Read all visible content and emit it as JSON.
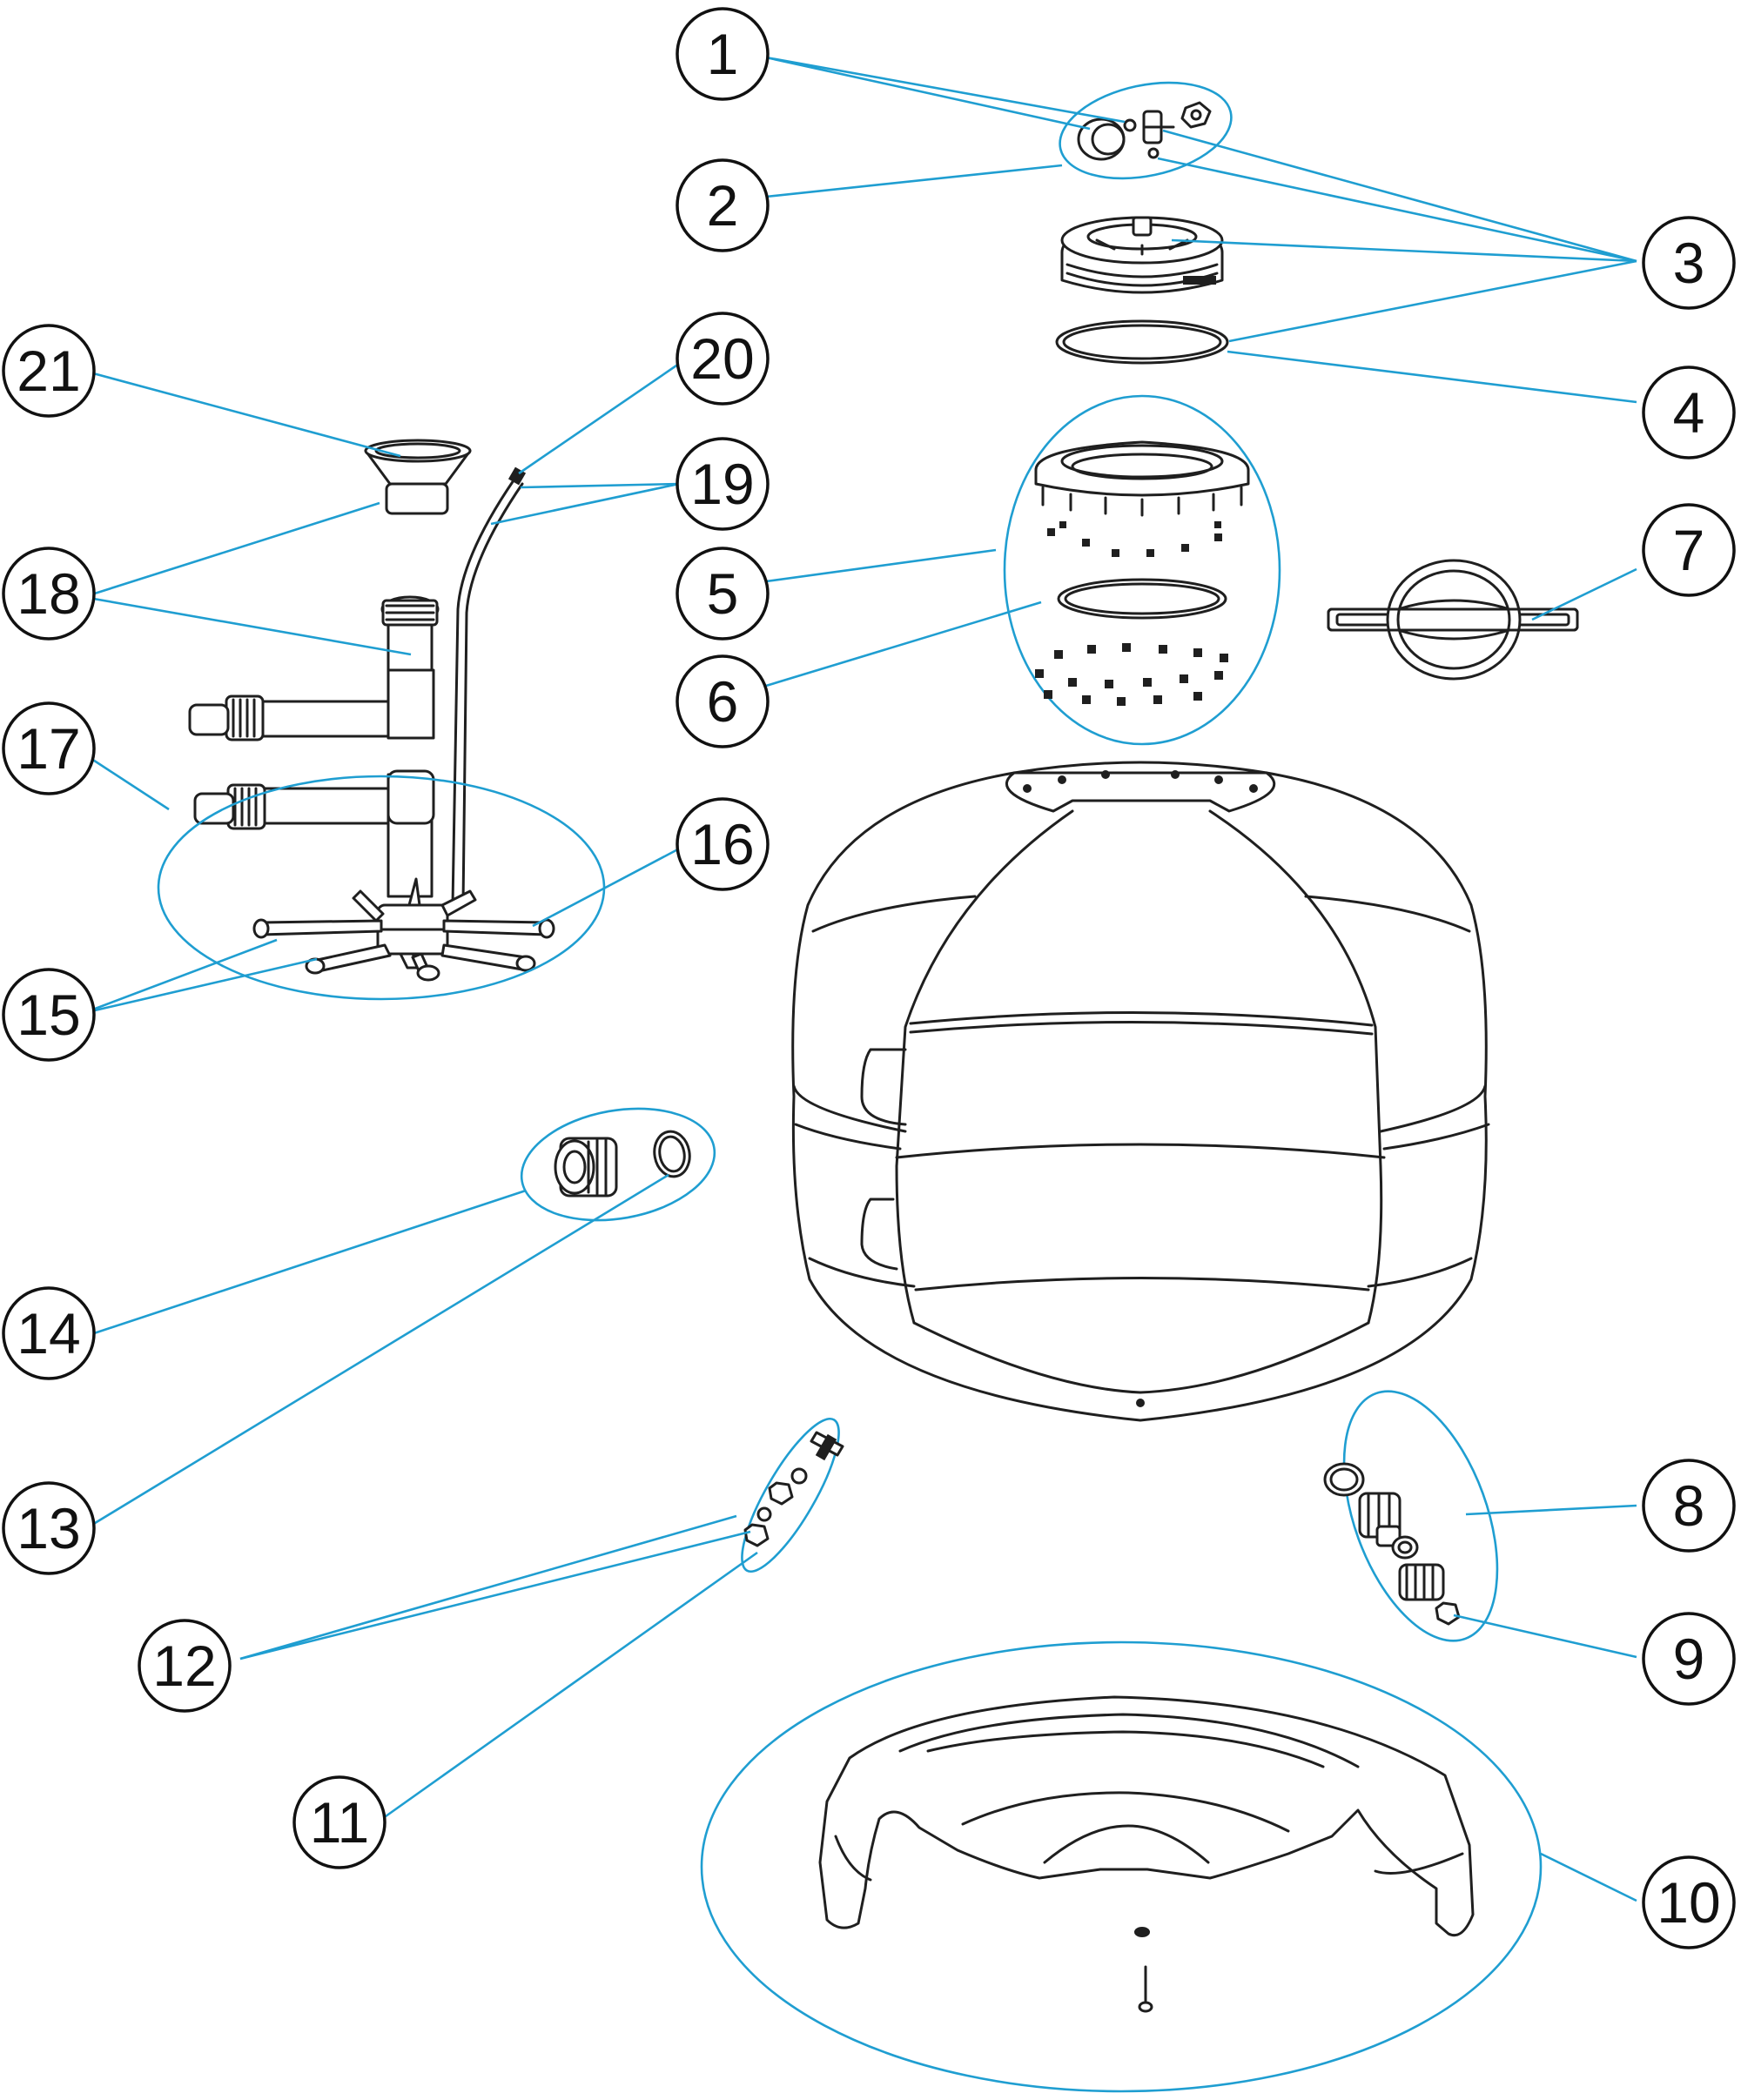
{
  "diagram": {
    "type": "exploded-parts-diagram",
    "leader_color": "#1f9ed1",
    "outline_color": "#1f1f1f",
    "callouts": [
      "1",
      "2",
      "3",
      "4",
      "5",
      "6",
      "7",
      "8",
      "9",
      "10",
      "11",
      "12",
      "13",
      "14",
      "15",
      "16",
      "17",
      "18",
      "19",
      "20",
      "21"
    ]
  }
}
